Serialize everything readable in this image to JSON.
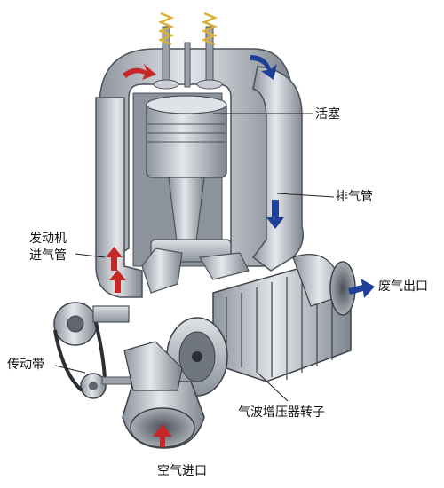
{
  "labels": {
    "piston": "活塞",
    "exhaust_pipe": "排气管",
    "engine_intake_line1": "发动机",
    "engine_intake_line2": "进气管",
    "exhaust_outlet": "废气出口",
    "drive_belt": "传动带",
    "pressure_wave_rotor": "气波增压器转子",
    "air_inlet": "空气进口"
  },
  "colors": {
    "casing": "#b9bec6",
    "casing_dark": "#6f7680",
    "casing_light": "#e3e6ea",
    "intake_arrow": "#c62828",
    "exhaust_arrow": "#1e3f9a",
    "valve_spring": "#d8b13a"
  }
}
